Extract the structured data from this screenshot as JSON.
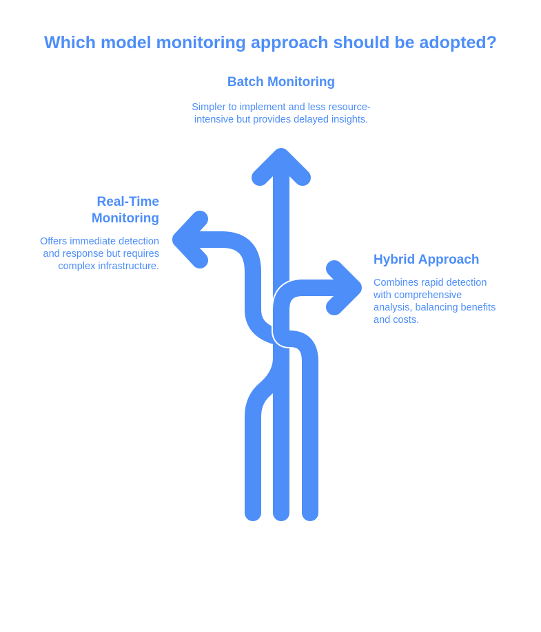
{
  "title": "Which model monitoring approach should be adopted?",
  "options": {
    "batch": {
      "heading": "Batch Monitoring",
      "description": "Simpler to implement and less resource-intensive but provides delayed insights."
    },
    "realtime": {
      "heading": "Real-Time Monitoring",
      "description": "Offers immediate detection and response but requires complex infrastructure."
    },
    "hybrid": {
      "heading": "Hybrid Approach",
      "description": "Combines rapid detection with comprehensive analysis, balancing benefits and costs."
    }
  },
  "colors": {
    "accent": "#4d8ef8",
    "background": "#ffffff"
  }
}
